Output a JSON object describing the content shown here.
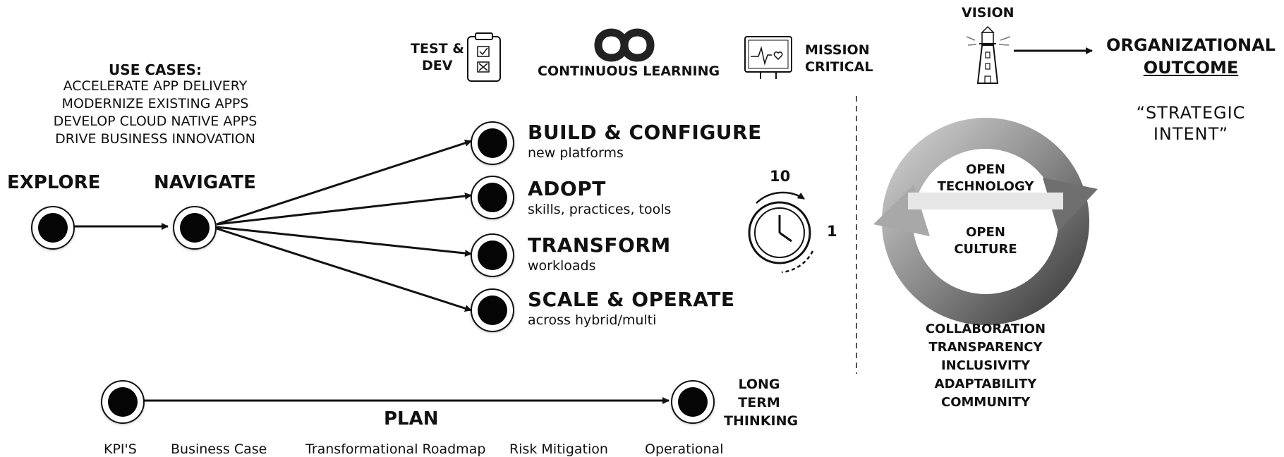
{
  "use_cases": {
    "heading": "USE CASES:",
    "items": [
      "ACCELERATE APP DELIVERY",
      "MODERNIZE EXISTING APPS",
      "DEVELOP CLOUD NATIVE APPS",
      "DRIVE BUSINESS INNOVATION"
    ]
  },
  "nodes": {
    "explore": "EXPLORE",
    "navigate": "NAVIGATE"
  },
  "tracks": [
    {
      "title": "BUILD & CONFIGURE",
      "subtitle": "new platforms"
    },
    {
      "title": "ADOPT",
      "subtitle": "skills, practices, tools"
    },
    {
      "title": "TRANSFORM",
      "subtitle": "workloads"
    },
    {
      "title": "SCALE & OPERATE",
      "subtitle": "across hybrid/multi"
    }
  ],
  "top_icons": {
    "test_dev": [
      "TEST &",
      "DEV"
    ],
    "continuous_learning": "CONTINUOUS LEARNING",
    "mission_critical": [
      "MISSION",
      "CRITICAL"
    ]
  },
  "clock": {
    "top": "10",
    "right": "1"
  },
  "plan": {
    "label": "PLAN",
    "end_label": [
      "LONG",
      "TERM",
      "THINKING"
    ],
    "milestones": [
      "KPI'S",
      "Business Case",
      "Transformational Roadmap",
      "Risk Mitigation",
      "Operational"
    ]
  },
  "vision": {
    "label": "VISION",
    "outcome_line1": "ORGANIZATIONAL",
    "outcome_line2": "OUTCOME",
    "intent_line1": "“STRATEGIC",
    "intent_line2": "INTENT”"
  },
  "cycle": {
    "upper": [
      "OPEN",
      "TECHNOLOGY"
    ],
    "lower": [
      "OPEN",
      "CULTURE"
    ]
  },
  "values": [
    "COLLABORATION",
    "TRANSPARENCY",
    "INCLUSIVITY",
    "ADAPTABILITY",
    "COMMUNITY"
  ]
}
